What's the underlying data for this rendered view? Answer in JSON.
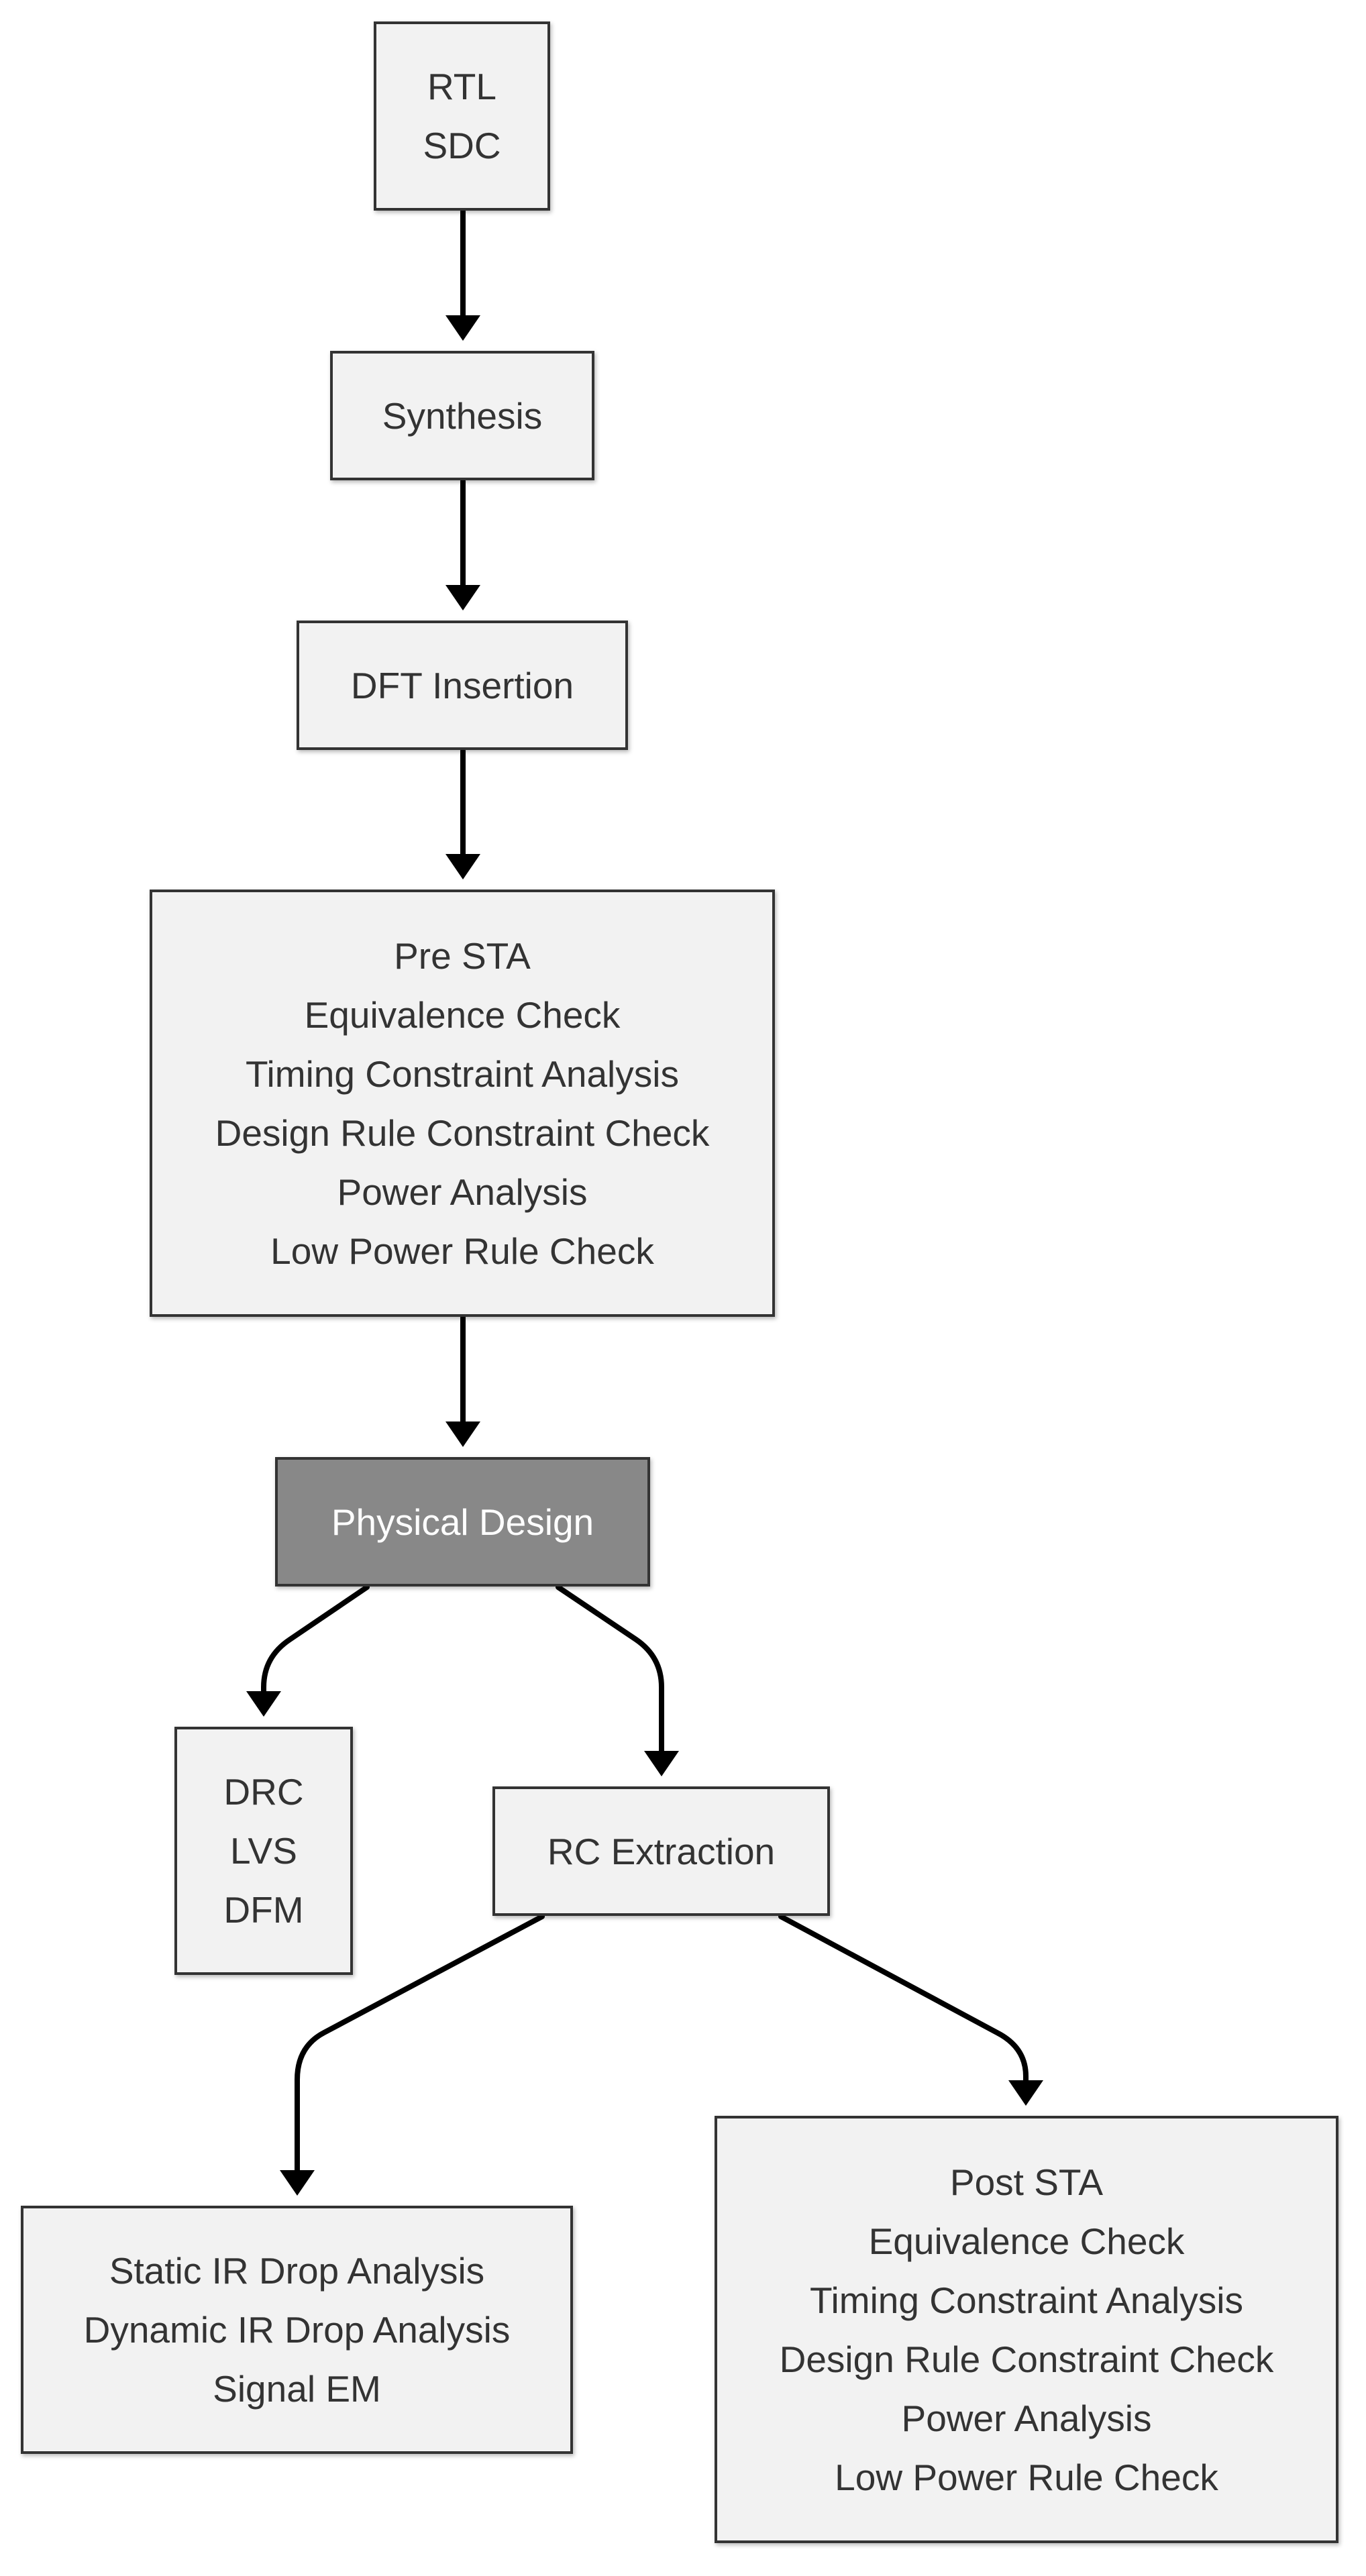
{
  "diagram": {
    "nodes": {
      "rtl": {
        "lines": [
          "RTL",
          "SDC"
        ]
      },
      "synthesis": {
        "lines": [
          "Synthesis"
        ]
      },
      "dft": {
        "lines": [
          "DFT Insertion"
        ]
      },
      "pre_sta": {
        "lines": [
          "Pre STA",
          "Equivalence Check",
          "Timing Constraint Analysis",
          "Design Rule Constraint Check",
          "Power Analysis",
          "Low Power Rule Check"
        ]
      },
      "physical_design": {
        "lines": [
          "Physical Design"
        ]
      },
      "drc": {
        "lines": [
          "DRC",
          "LVS",
          "DFM"
        ]
      },
      "rc_extraction": {
        "lines": [
          "RC Extraction"
        ]
      },
      "ir_drop": {
        "lines": [
          "Static IR Drop Analysis",
          "Dynamic IR Drop Analysis",
          "Signal EM"
        ]
      },
      "post_sta": {
        "lines": [
          "Post STA",
          "Equivalence Check",
          "Timing Constraint Analysis",
          "Design Rule Constraint Check",
          "Power Analysis",
          "Low Power Rule Check"
        ]
      }
    },
    "edges": [
      {
        "from": "rtl",
        "to": "synthesis"
      },
      {
        "from": "synthesis",
        "to": "dft"
      },
      {
        "from": "dft",
        "to": "pre_sta"
      },
      {
        "from": "pre_sta",
        "to": "physical_design"
      },
      {
        "from": "physical_design",
        "to": "drc"
      },
      {
        "from": "physical_design",
        "to": "rc_extraction"
      },
      {
        "from": "rc_extraction",
        "to": "ir_drop"
      },
      {
        "from": "rc_extraction",
        "to": "post_sta"
      }
    ],
    "colors": {
      "node_fill": "#f2f2f2",
      "node_border": "#333333",
      "highlight_fill": "#888888",
      "highlight_text": "#ffffff",
      "edge": "#000000"
    }
  }
}
